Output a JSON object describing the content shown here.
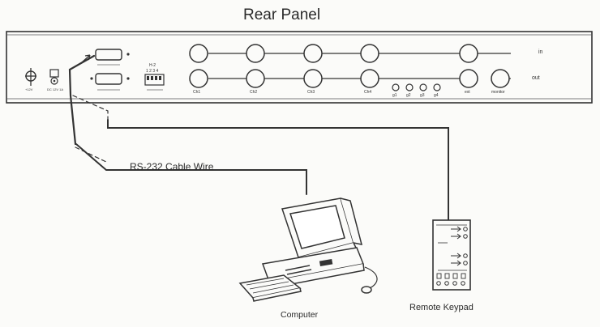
{
  "diagram": {
    "title": "Rear Panel",
    "cable_label": "RS-232 Cable  Wire",
    "computer_label": "Computer",
    "keypad_label": "Remote Keypad"
  },
  "panel": {
    "row_labels": {
      "in": "in",
      "out": "out"
    },
    "channels": [
      "Ch1",
      "Ch2",
      "Ch3",
      "Ch4"
    ],
    "gpio_labels": [
      "g1",
      "g2",
      "g3",
      "g4"
    ],
    "ext_label": "ext",
    "monitor_label": "monitor",
    "dip_label": "H-2",
    "dip_numbers": "1 2 3 4",
    "power_label": "+12V",
    "power_rating_label": "DC 12V 1A"
  },
  "colors": {
    "line": "#333333",
    "background": "#fbfbf9"
  }
}
